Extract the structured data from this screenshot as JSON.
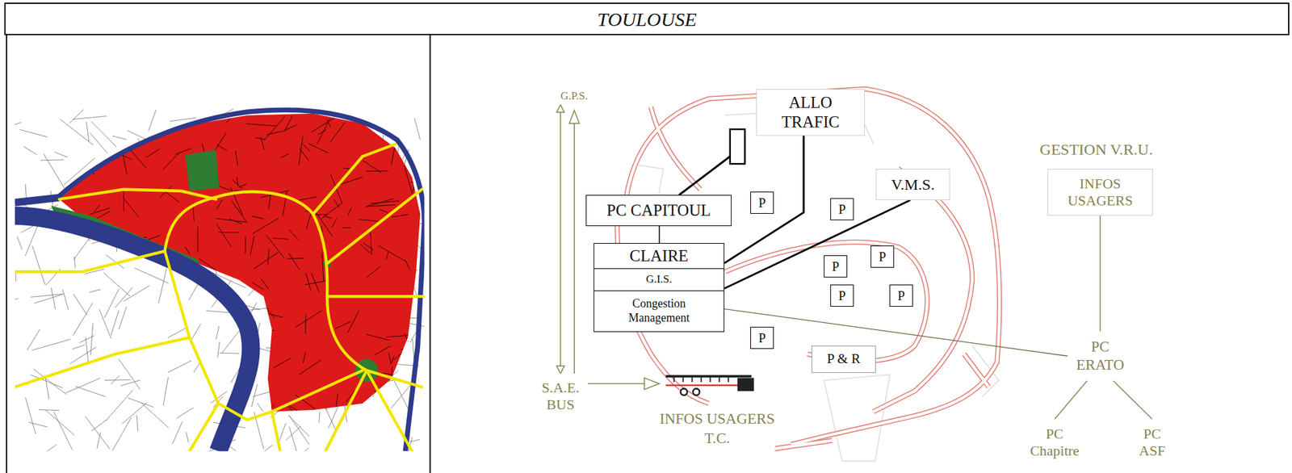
{
  "diagram": {
    "title": "TOULOUSE",
    "nodes": [
      {
        "text": [
          "G.P.S."
        ]
      },
      {
        "text": [
          "ALLO TRAFIC"
        ]
      },
      {
        "text": [
          "V.M.S."
        ]
      },
      {
        "text": [
          "INFOS USAGERS"
        ]
      },
      {
        "text": [
          "PC CAPITOUL"
        ]
      },
      {
        "text": [
          "P"
        ]
      },
      {
        "text": [
          "P"
        ]
      },
      {
        "text": [
          "CLAIRE"
        ]
      },
      {
        "text": [
          "G.I.S."
        ],
        "in": 7
      },
      {
        "text": [
          "Congestion Management"
        ],
        "in": 7
      },
      {
        "text": [
          "P"
        ]
      },
      {
        "text": [
          "P"
        ]
      },
      {
        "text": [
          "P"
        ]
      },
      {
        "text": [
          "P"
        ]
      },
      {
        "text": [
          "P"
        ]
      },
      {
        "text": [
          "PC ERATO"
        ]
      },
      {
        "text": [
          "P & R"
        ]
      },
      {
        "text": [
          "S.A.E. BUS"
        ]
      },
      {
        "text": [
          "PC Chapitre"
        ]
      },
      {
        "text": [
          "PC ASF"
        ]
      }
    ],
    "edges": [
      {
        "from": 0,
        "to": 17,
        "arrow": "both"
      },
      {
        "from": 4,
        "to": 7,
        "arrow": "none"
      },
      {
        "from": 7,
        "to": 1,
        "arrow": "none"
      },
      {
        "from": 7,
        "to": 2,
        "arrow": "none"
      },
      {
        "from": 9,
        "to": 15,
        "arrow": "none"
      },
      {
        "from": 3,
        "to": 15,
        "arrow": "none"
      },
      {
        "from": 15,
        "to": 18,
        "arrow": "none"
      },
      {
        "from": 15,
        "to": 19,
        "arrow": "none"
      }
    ],
    "labels": [
      "GESTION V.R.U.",
      "INFOS USAGERS T.C."
    ]
  }
}
